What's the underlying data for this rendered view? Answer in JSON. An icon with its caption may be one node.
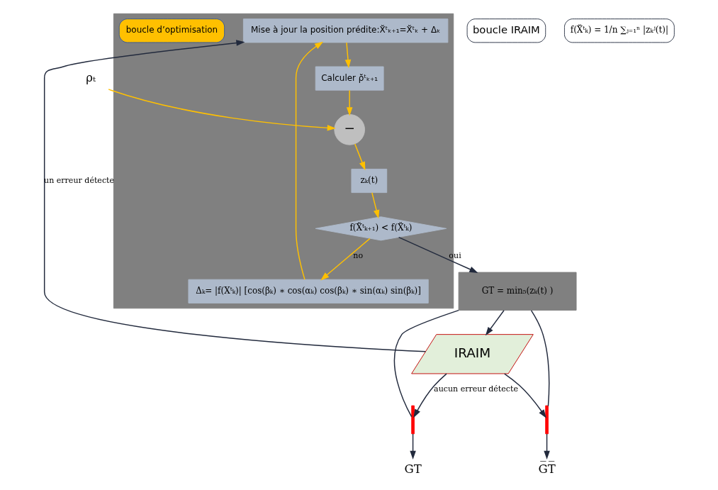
{
  "diagram": {
    "nodes": [
      {
        "text": [],
        "shape": "box"
      },
      {
        "text": [
          "Mise à jour la position prédite:X̆ᵗₖ₊₁=X̆ᵗₖ + Δₖ"
        ],
        "in": 0
      },
      {
        "text": [
          "Calculer ρ̆ᵗₖ₊₁"
        ],
        "in": 0
      },
      {
        "text": [
          "−"
        ],
        "in": 0
      },
      {
        "text": [
          "zₖ(t)"
        ],
        "in": 0
      },
      {
        "text": [
          "f(X̆ᵗₖ₊₁) < f(X̆ᵗₖ)"
        ],
        "in": 0
      },
      {
        "text": [
          "Δₖ= |f(Xᵗₖ)| [cos(βₖ) ∗ cos(αₖ) cos(βₖ) ∗ sin(αₖ) sin(βₖ)]"
        ],
        "in": 0
      },
      {
        "text": [
          "boucle d’optimisation"
        ],
        "in": 0
      },
      {
        "text": [
          "ρₜ"
        ]
      },
      {
        "text": [
          "boucle IRAIM"
        ]
      },
      {
        "text": [
          "GT = min₅(zₖ(t) )"
        ]
      },
      {
        "text": [
          "IRAIM"
        ]
      },
      {
        "text": [],
        "shape": "bar"
      },
      {
        "text": [],
        "shape": "bar"
      },
      {
        "text": [
          "f(X̆ᵗₖ) = 1/n ∑ⱼ₌₁ⁿ |zₖʲ(t)|"
        ]
      },
      {
        "text": [
          "GT"
        ]
      },
      {
        "text": [
          "G̅T̅"
        ]
      }
    ],
    "edges": [
      {
        "from": 1,
        "to": 2,
        "arrow": "to",
        "color": "#ffc000"
      },
      {
        "from": 2,
        "to": 3,
        "arrow": "to",
        "color": "#ffc000"
      },
      {
        "from": 8,
        "to": 3,
        "arrow": "to",
        "color": "#ffc000"
      },
      {
        "from": 3,
        "to": 4,
        "arrow": "to",
        "color": "#ffc000"
      },
      {
        "from": 4,
        "to": 5,
        "arrow": "to",
        "color": "#ffc000"
      },
      {
        "from": 5,
        "to": 6,
        "arrow": "to",
        "label": "no",
        "color": "#ffc000"
      },
      {
        "from": 6,
        "to": 1,
        "arrow": "to",
        "color": "#ffc000"
      },
      {
        "from": 5,
        "to": 10,
        "arrow": "to",
        "label": "oui"
      },
      {
        "from": 10,
        "to": 11,
        "arrow": "to"
      },
      {
        "from": 11,
        "to": 1,
        "arrow": "to",
        "label": "un erreur détecte"
      },
      {
        "from": 11,
        "to": 12,
        "arrow": "to",
        "label": "aucun erreur détecte"
      },
      {
        "from": 11,
        "to": 13,
        "arrow": "to"
      },
      {
        "from": 10,
        "to": 12,
        "arrow": "none"
      },
      {
        "from": 10,
        "to": 13,
        "arrow": "none"
      },
      {
        "from": 12,
        "to": 15,
        "arrow": "to"
      },
      {
        "from": 13,
        "to": 16,
        "arrow": "to"
      }
    ]
  }
}
